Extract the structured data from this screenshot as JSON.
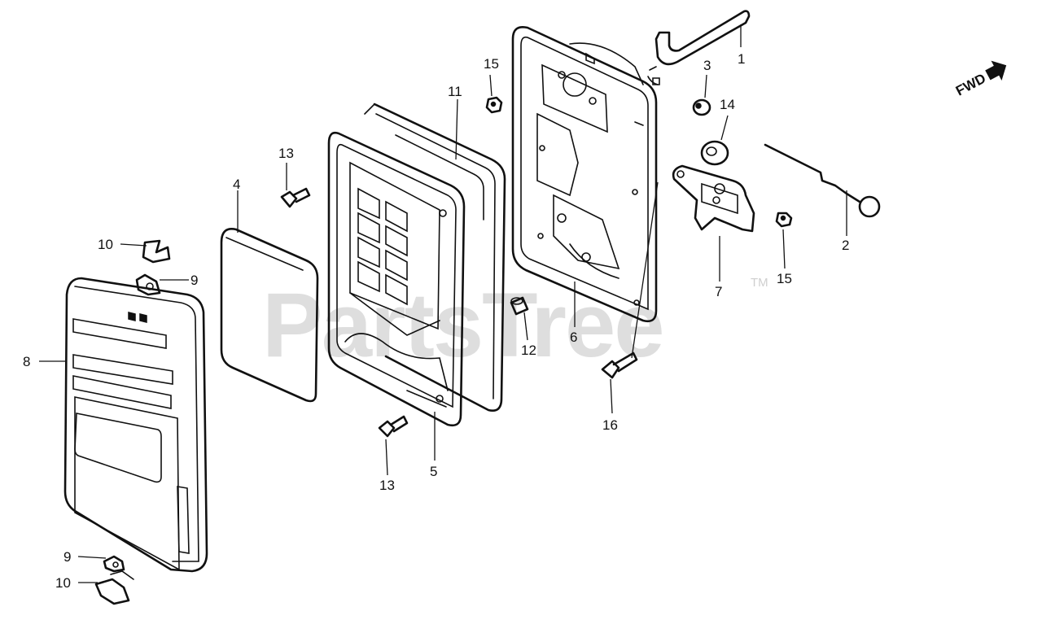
{
  "watermark": {
    "text": "PartsTree",
    "tm": "TM"
  },
  "direction": {
    "label": "FWD"
  },
  "callouts": [
    {
      "id": "c1",
      "label": "1"
    },
    {
      "id": "c2",
      "label": "2"
    },
    {
      "id": "c3",
      "label": "3"
    },
    {
      "id": "c4",
      "label": "4"
    },
    {
      "id": "c5",
      "label": "5"
    },
    {
      "id": "c6",
      "label": "6"
    },
    {
      "id": "c7",
      "label": "7"
    },
    {
      "id": "c8",
      "label": "8"
    },
    {
      "id": "c9a",
      "label": "9"
    },
    {
      "id": "c9b",
      "label": "9"
    },
    {
      "id": "c10a",
      "label": "10"
    },
    {
      "id": "c10b",
      "label": "10"
    },
    {
      "id": "c11",
      "label": "11"
    },
    {
      "id": "c12",
      "label": "12"
    },
    {
      "id": "c13a",
      "label": "13"
    },
    {
      "id": "c13b",
      "label": "13"
    },
    {
      "id": "c14",
      "label": "14"
    },
    {
      "id": "c15a",
      "label": "15"
    },
    {
      "id": "c15b",
      "label": "15"
    },
    {
      "id": "c16",
      "label": "16"
    }
  ]
}
